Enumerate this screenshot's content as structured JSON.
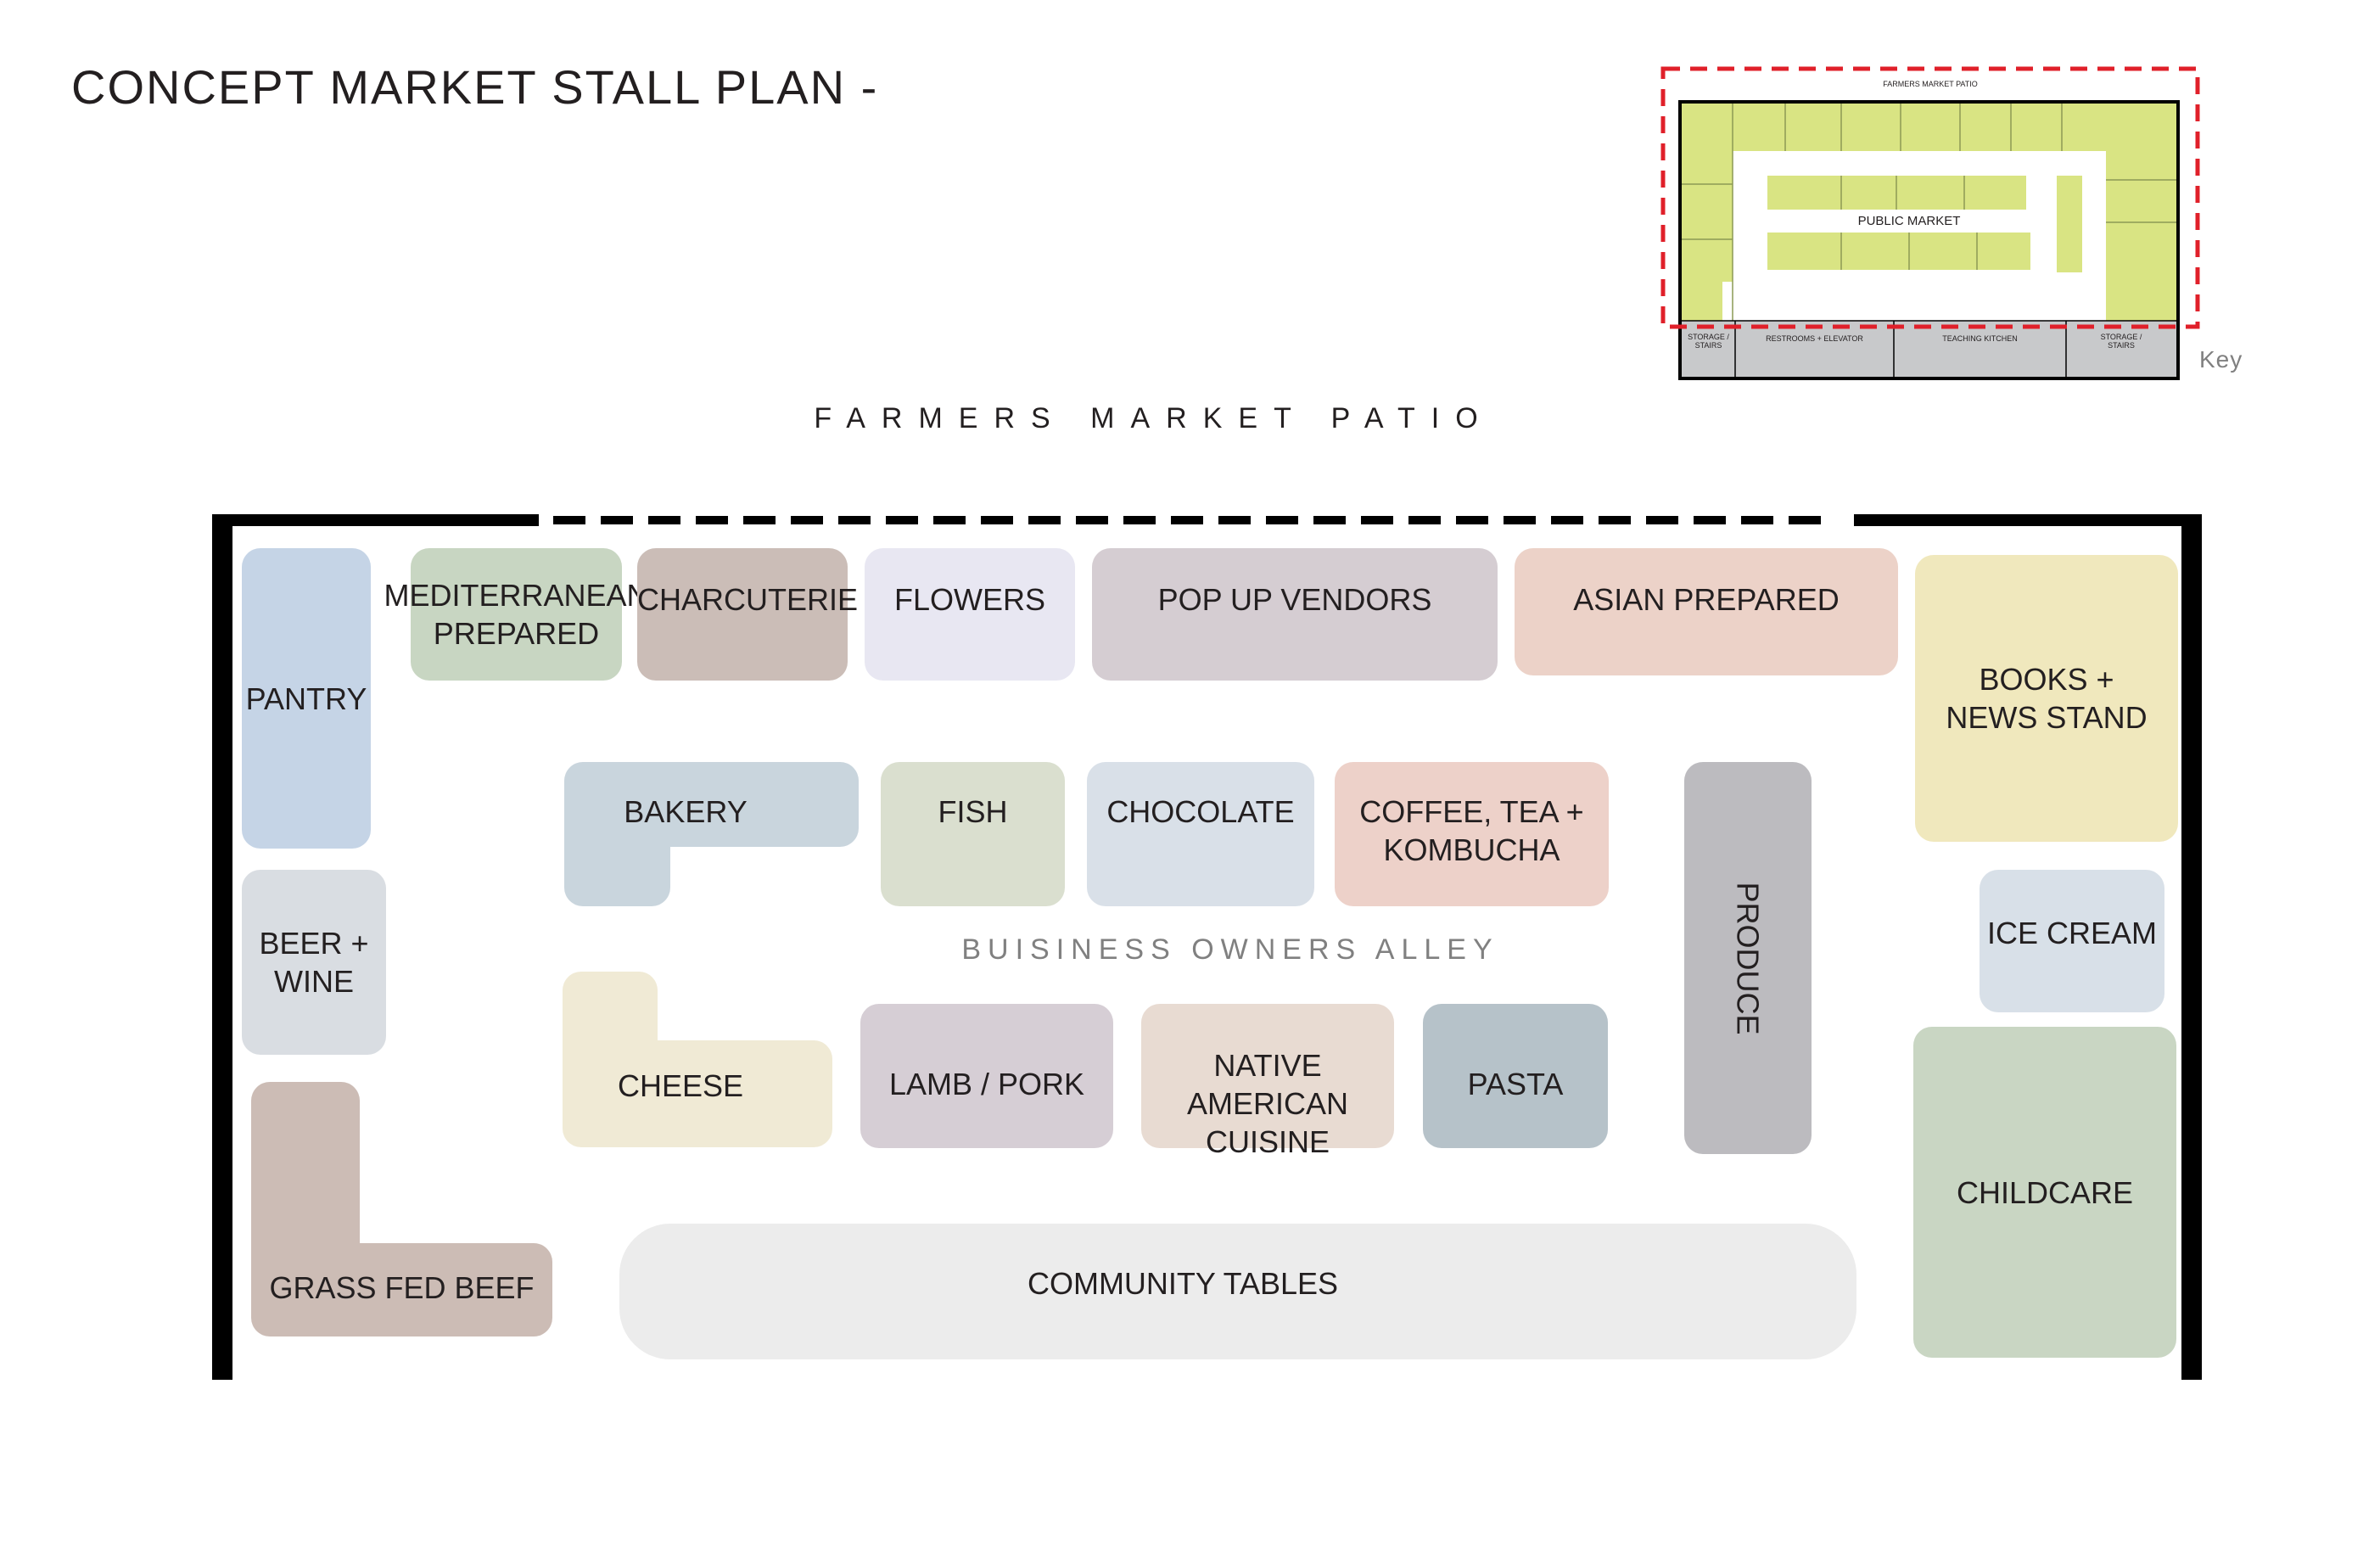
{
  "title": "CONCEPT MARKET STALL PLAN -",
  "patio_label": "FARMERS MARKET PATIO",
  "alley_label": "BUISINESS OWNERS ALLEY",
  "colors": {
    "pantry": "#c5d4e6",
    "mediterranean": "#c8d6c2",
    "charcuterie": "#cbbdb7",
    "flowers": "#e8e7f2",
    "pop_up": "#d5cdd2",
    "asian": "#ecd2c8",
    "books": "#f0e8bd",
    "beer_wine": "#d9dde2",
    "bakery": "#c9d5dd",
    "fish": "#dadfcf",
    "chocolate": "#d9e0e8",
    "coffee": "#edd1c9",
    "produce": "#bcbbbf",
    "ice_cream": "#d8e0e8",
    "cheese": "#f0ead5",
    "lamb_pork": "#d6ced5",
    "native": "#e8dbd2",
    "pasta": "#b6c2c9",
    "childcare": "#c9d6c3",
    "grass_fed": "#ccbcb5",
    "community": "#ececec",
    "key_green": "#d9e483",
    "key_gray": "#c8c9cb",
    "key_red": "#e0202a"
  },
  "stalls": {
    "pantry": "PANTRY",
    "mediterranean": "MEDITERRANEAN\nPREPARED",
    "charcuterie": "CHARCUTERIE",
    "flowers": "FLOWERS",
    "pop_up": "POP UP VENDORS",
    "asian": "ASIAN PREPARED",
    "books": "BOOKS +\nNEWS STAND",
    "beer_wine": "BEER +\nWINE",
    "bakery": "BAKERY",
    "fish": "FISH",
    "chocolate": "CHOCOLATE",
    "coffee": "COFFEE, TEA +\nKOMBUCHA",
    "produce": "PRODUCE",
    "ice_cream": "ICE CREAM",
    "cheese": "CHEESE",
    "lamb_pork": "LAMB / PORK",
    "native": "NATIVE AMERICAN\nCUISINE",
    "pasta": "PASTA",
    "childcare": "CHILDCARE",
    "grass_fed": "GRASS FED BEEF",
    "community": "COMMUNITY TABLES"
  },
  "key": {
    "patio": "FARMERS MARKET PATIO",
    "public_market": "PUBLIC MARKET",
    "storage_left": "STORAGE /\nSTAIRS",
    "restrooms": "RESTROOMS + ELEVATOR",
    "teaching_kitchen": "TEACHING KITCHEN",
    "storage_right": "STORAGE /\nSTAIRS",
    "caption": "Key"
  }
}
